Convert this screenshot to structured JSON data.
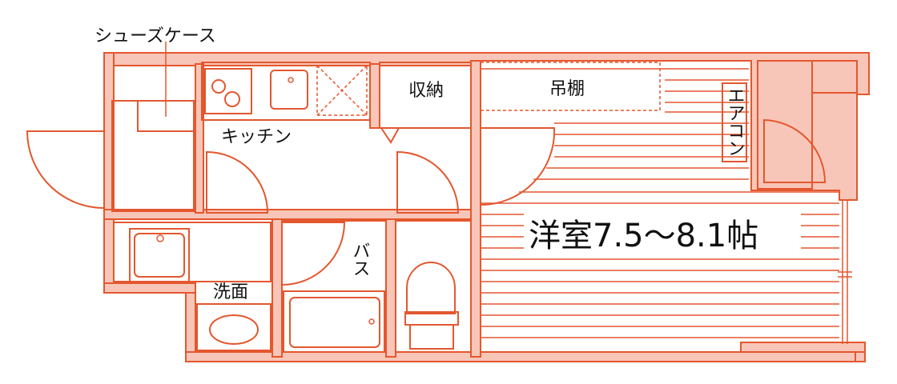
{
  "labels": {
    "shoe_case": "シューズケース",
    "kitchen": "キッチン",
    "storage": "収納",
    "hanging_shelf": "吊棚",
    "aircon": "エアコン",
    "washroom": "洗面",
    "bath": "バス",
    "room": "洋室7.5～8.1帖"
  },
  "colors": {
    "line": "#e4572e",
    "wall_fill": "#f7c6b8"
  }
}
